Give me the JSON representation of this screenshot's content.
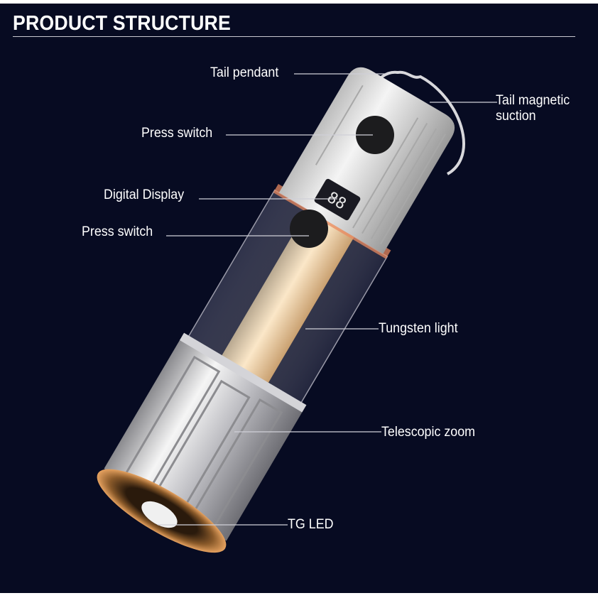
{
  "title": "PRODUCT STRUCTURE",
  "labels": {
    "tail_pendant": "Tail pendant",
    "tail_magnetic_1": "Tail magnetic",
    "tail_magnetic_2": "suction",
    "press_switch_top": "Press switch",
    "digital_display": "Digital Display",
    "press_switch_bottom": "Press switch",
    "tungsten_light": "Tungsten light",
    "telescopic_zoom": "Telescopic zoom",
    "tg_led": "TG LED"
  },
  "colors": {
    "background": "#070b22",
    "copper": "#c8813a",
    "cap": "#e4e4e4",
    "glow": "#f2c48a"
  }
}
